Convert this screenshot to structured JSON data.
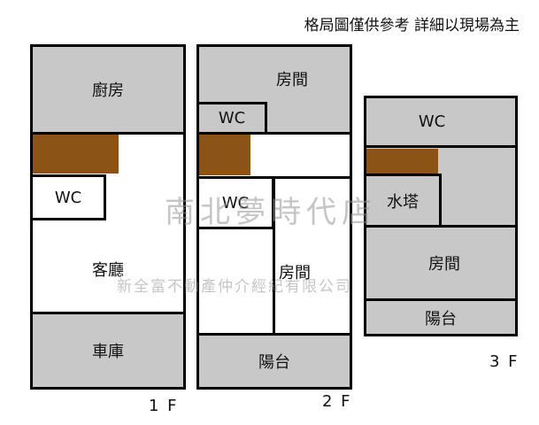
{
  "note": "格局圖僅供參考 詳細以現場為主",
  "floors": {
    "f1": {
      "label": "1 F",
      "kitchen": "廚房",
      "wc": "WC",
      "living": "客廳",
      "garage": "車庫"
    },
    "f2": {
      "label": "2 F",
      "room_top": "房間",
      "wc": "WC",
      "room_mid": "房間",
      "balcony": "陽台"
    },
    "f3": {
      "label": "3 F",
      "wc": "WC",
      "water_tower": "水塔",
      "room": "房間",
      "balcony": "陽台"
    }
  },
  "watermark": {
    "main": "南北夢時代店",
    "sub": "新全富不動產仲介經紀有限公司"
  },
  "colors": {
    "room_gray": "#c8c8c8",
    "stair_brown": "#8b5316",
    "wall": "#000000"
  }
}
